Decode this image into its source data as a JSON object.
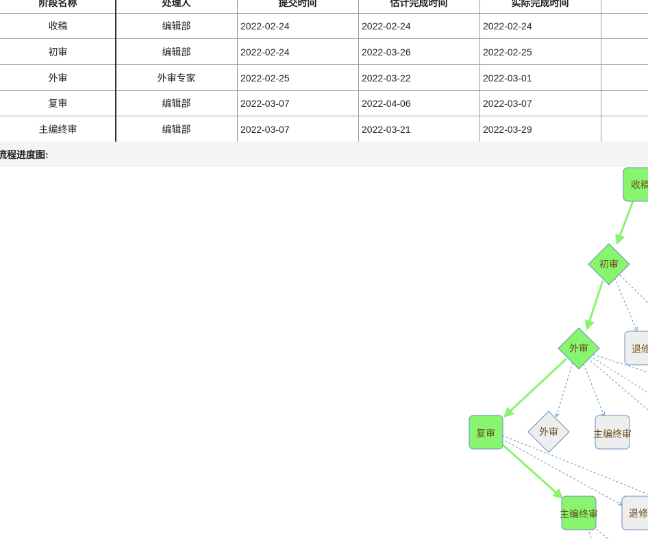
{
  "table": {
    "headers": [
      "阶段名称",
      "处理人",
      "提交时间",
      "估计完成时间",
      "实际完成时间",
      ""
    ],
    "rows": [
      [
        "收稿",
        "编辑部",
        "2022-02-24",
        "2022-02-24",
        "2022-02-24",
        ""
      ],
      [
        "初审",
        "编辑部",
        "2022-02-24",
        "2022-03-26",
        "2022-02-25",
        ""
      ],
      [
        "外审",
        "外审专家",
        "2022-02-25",
        "2022-03-22",
        "2022-03-01",
        ""
      ],
      [
        "复审",
        "编辑部",
        "2022-03-07",
        "2022-04-06",
        "2022-03-07",
        ""
      ],
      [
        "主编终审",
        "编辑部",
        "2022-03-07",
        "2022-03-21",
        "2022-03-29",
        ""
      ]
    ]
  },
  "section_title": "流程进度图:",
  "diagram": {
    "colors": {
      "done_fill": "#88f56e",
      "pending_fill": "#eeeeee",
      "node_stroke": "#6c8ebf",
      "main_edge": "#88f56e",
      "branch_edge": "#6c8ebf",
      "label": "#6b4a1a"
    },
    "nodes": {
      "shougao": "收稿",
      "chushen": "初审",
      "waishen": "外审",
      "fushen": "复审",
      "waishen_pending": "外审",
      "zhubian_pending": "主编终审",
      "zhubian": "主编终审",
      "tuixiu_1": "退修",
      "tuixiu_2": "退修"
    }
  }
}
